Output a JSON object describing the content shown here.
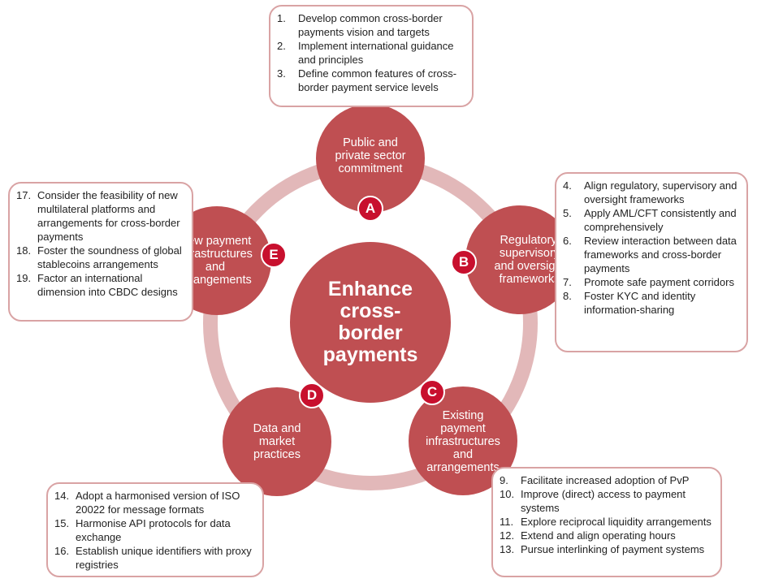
{
  "center": {
    "label": "Enhance\ncross-\nborder\npayments"
  },
  "pillars": [
    {
      "letter": "A",
      "label": "Public and\nprivate sector\ncommitment"
    },
    {
      "letter": "B",
      "label": "Regulatory,\nsupervisory\nand oversight\nframeworks"
    },
    {
      "letter": "C",
      "label": "Existing\npayment\ninfrastructures\nand\narrangements"
    },
    {
      "letter": "D",
      "label": "Data and\nmarket\npractices"
    },
    {
      "letter": "E",
      "label": "New payment\ninfrastructures\nand\narrangements"
    }
  ],
  "boxes": {
    "A": [
      {
        "num": "1.",
        "text": "Develop common cross-border payments vision and targets"
      },
      {
        "num": "2.",
        "text": "Implement international guidance and principles"
      },
      {
        "num": "3.",
        "text": "Define common features of cross-border payment service levels"
      }
    ],
    "B": [
      {
        "num": "4.",
        "text": "Align regulatory, supervisory and oversight frameworks"
      },
      {
        "num": "5.",
        "text": "Apply AML/CFT consistently and comprehensively"
      },
      {
        "num": "6.",
        "text": "Review interaction between data frameworks and cross-border payments"
      },
      {
        "num": "7.",
        "text": "Promote safe payment corridors"
      },
      {
        "num": "8.",
        "text": "Foster KYC and identity information-sharing"
      }
    ],
    "C": [
      {
        "num": "9.",
        "text": "Facilitate increased adoption of PvP"
      },
      {
        "num": "10.",
        "text": "Improve (direct) access to payment systems"
      },
      {
        "num": "11.",
        "text": "Explore reciprocal liquidity arrangements"
      },
      {
        "num": "12.",
        "text": "Extend and align operating hours"
      },
      {
        "num": "13.",
        "text": "Pursue interlinking of payment systems"
      }
    ],
    "D": [
      {
        "num": "14.",
        "text": "Adopt a harmonised version of ISO 20022 for message formats"
      },
      {
        "num": "15.",
        "text": "Harmonise API protocols for data exchange"
      },
      {
        "num": "16.",
        "text": "Establish unique identifiers with proxy registries"
      }
    ],
    "E": [
      {
        "num": "17.",
        "text": "Consider the feasibility of new multilateral platforms and arrangements for cross-border payments"
      },
      {
        "num": "18.",
        "text": "Foster the soundness of global stablecoins arrangements"
      },
      {
        "num": "19.",
        "text": "Factor an international dimension into CBDC designs"
      }
    ]
  },
  "colors": {
    "circle": "#bf4f52",
    "badge": "#c8102e",
    "ring": "#e2b8b9",
    "box_border": "#d9a3a4"
  }
}
